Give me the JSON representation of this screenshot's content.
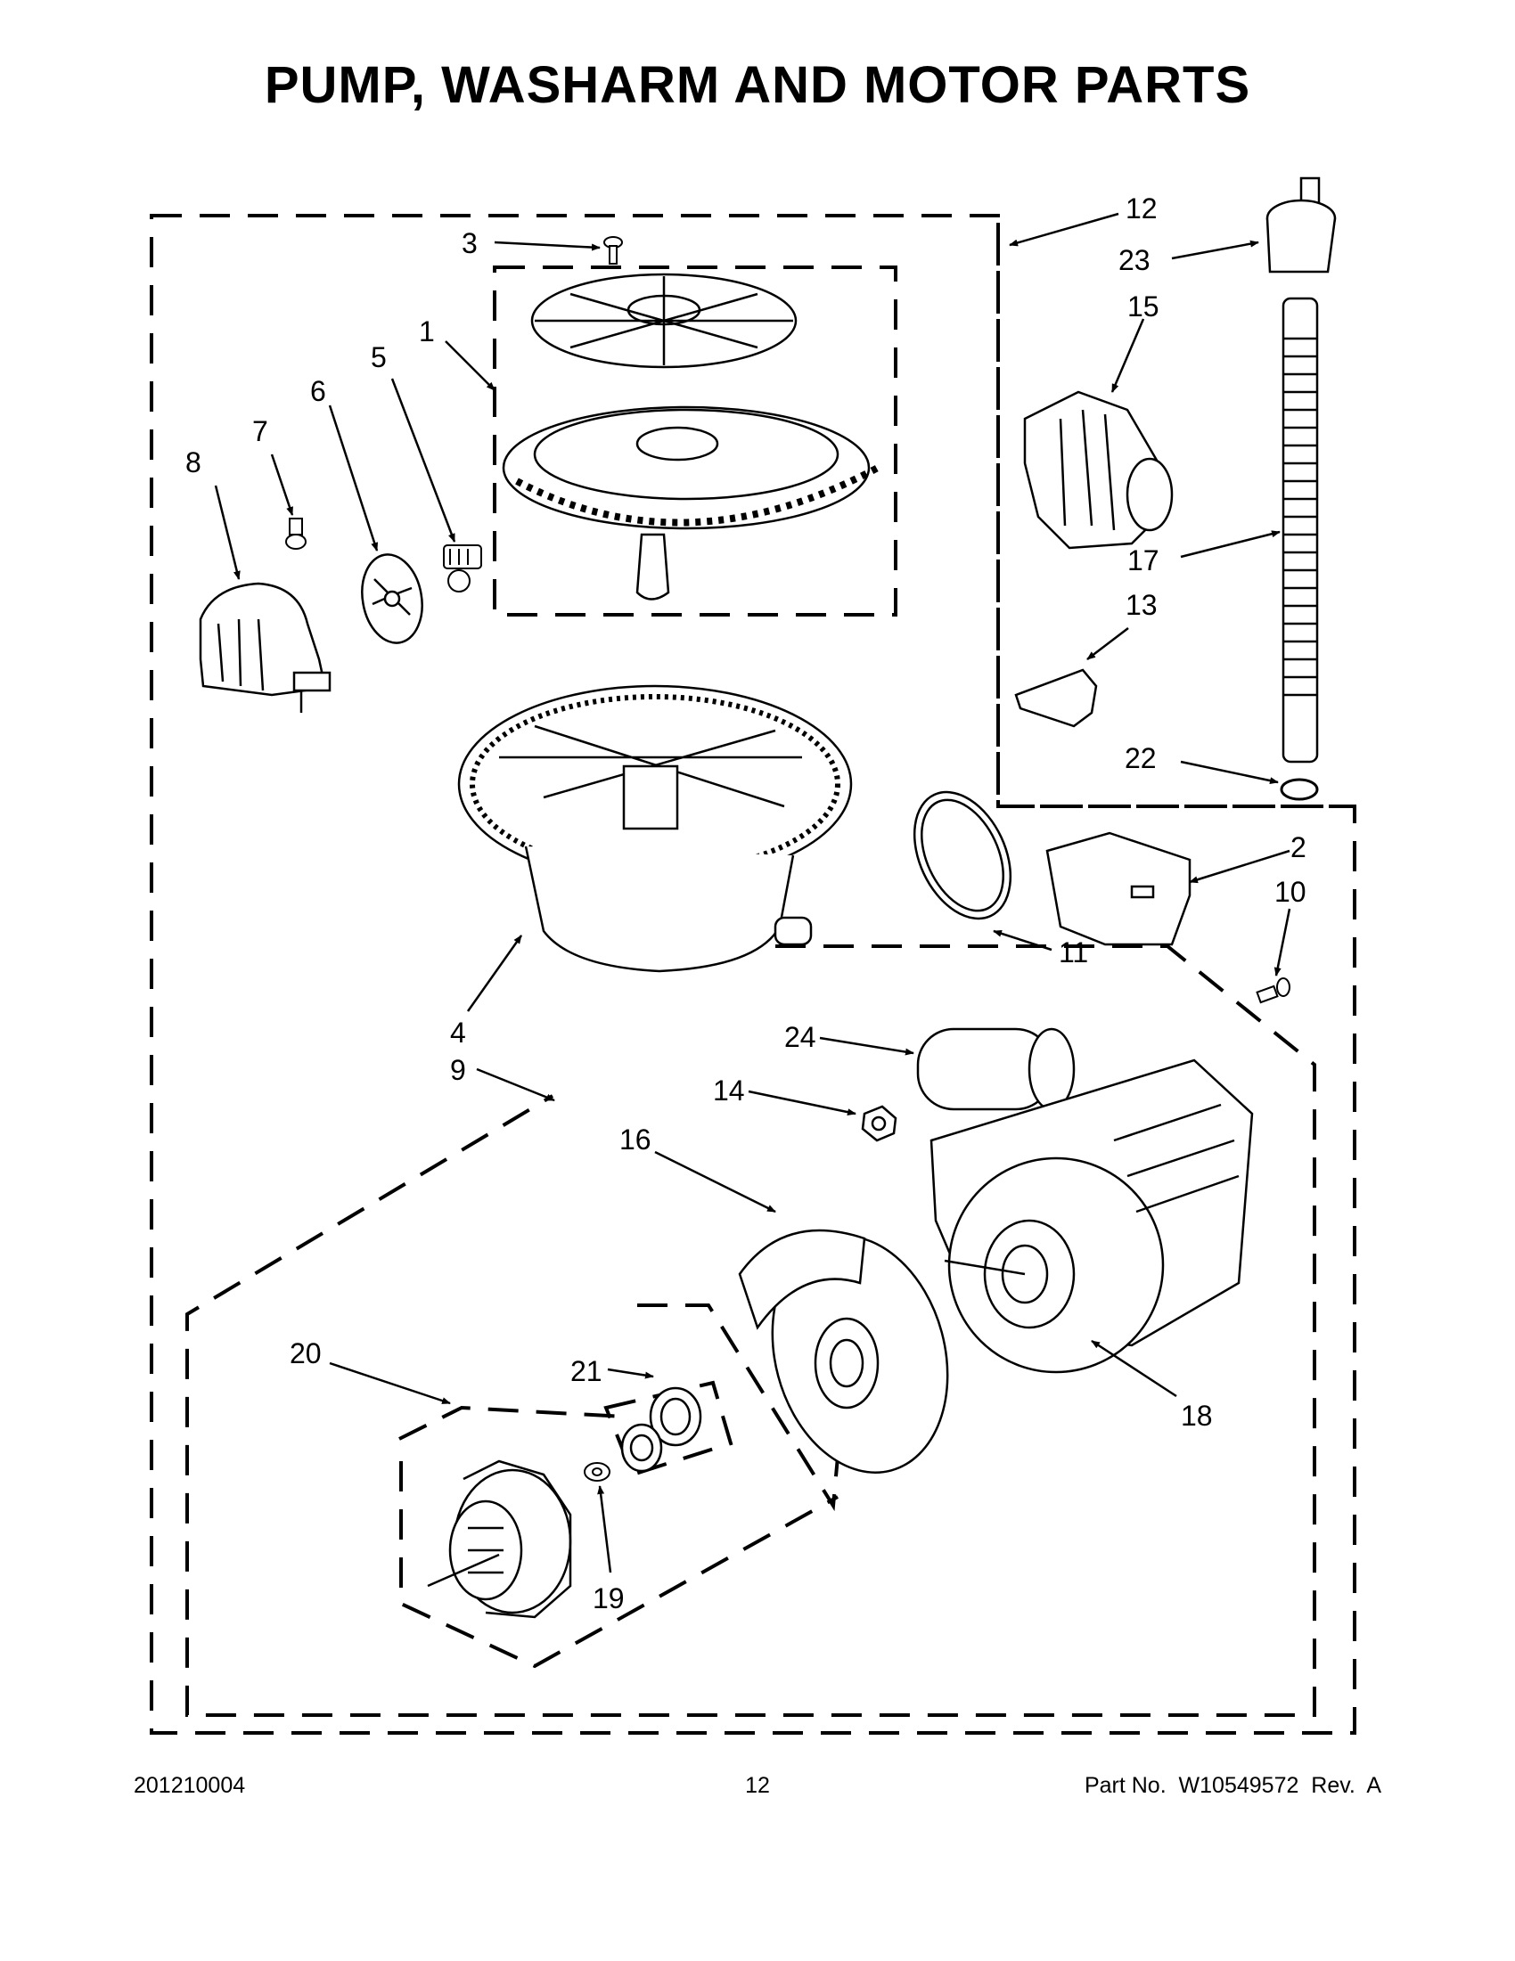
{
  "title": "PUMP, WASHARM AND MOTOR PARTS",
  "footer": {
    "left": "201210004",
    "center": "12",
    "right": "Part No.  W10549572  Rev.  A"
  },
  "callouts": {
    "c1": "1",
    "c2": "2",
    "c3": "3",
    "c4": "4",
    "c5": "5",
    "c6": "6",
    "c7": "7",
    "c8": "8",
    "c9": "9",
    "c10": "10",
    "c11": "11",
    "c12": "12",
    "c13": "13",
    "c14": "14",
    "c15": "15",
    "c16": "16",
    "c17": "17",
    "c18": "18",
    "c19": "19",
    "c20": "20",
    "c21": "21",
    "c22": "22",
    "c23": "23",
    "c24": "24"
  }
}
